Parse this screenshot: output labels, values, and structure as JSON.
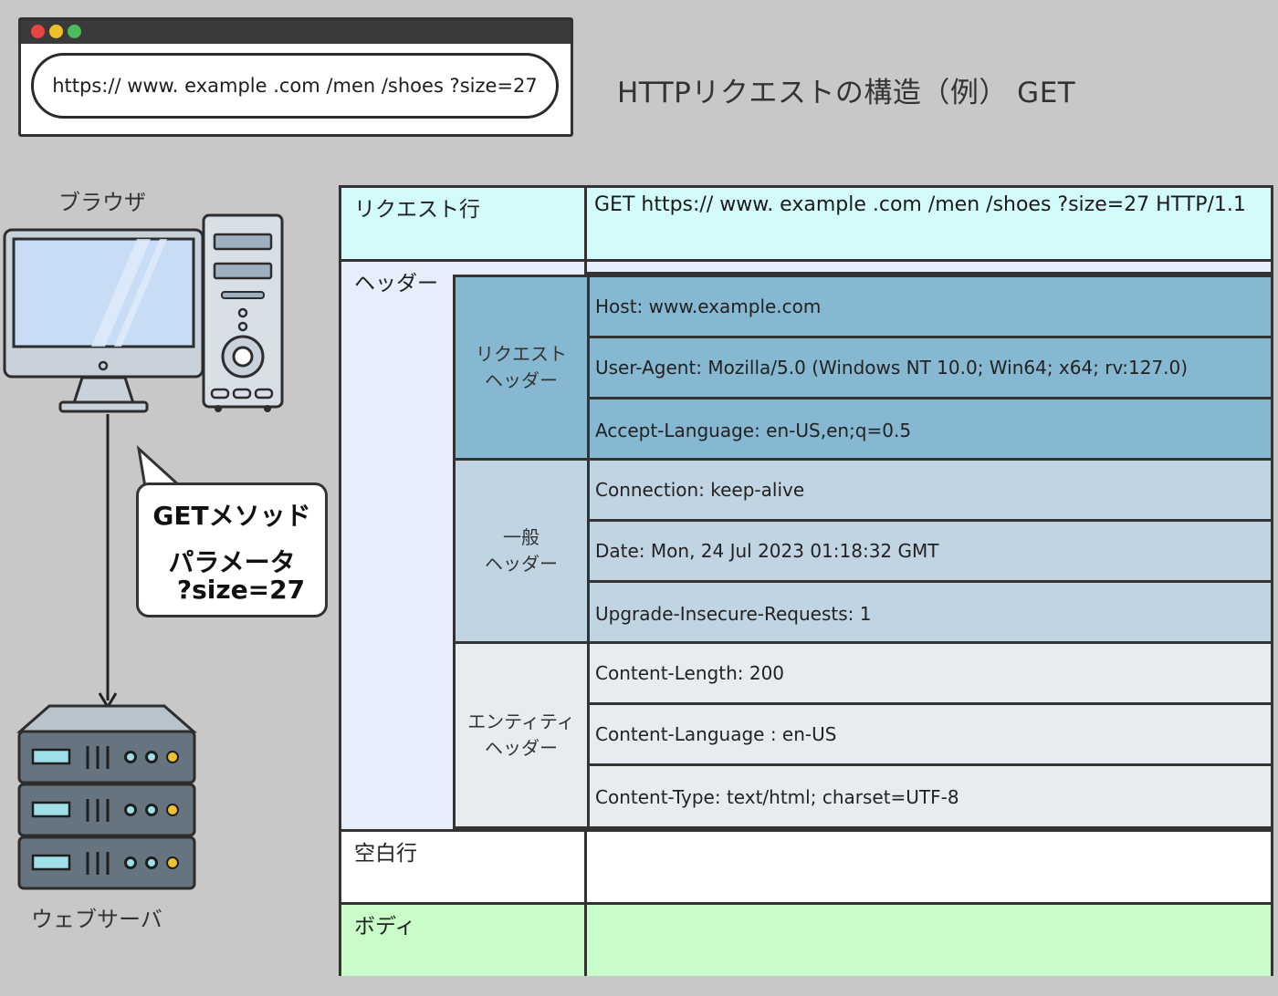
{
  "browser_window": {
    "url": "https:// www. example .com /men /shoes ?size=27"
  },
  "title": "HTTPリクエストの構造（例）  GET",
  "illustration": {
    "browser_label": "ブラウザ",
    "server_label": "ウェブサーバ",
    "bubble": {
      "line1": "GETメソッド",
      "line2": "パラメータ",
      "line3": "?size=27"
    }
  },
  "http_request": {
    "request_line": {
      "label": "リクエスト行",
      "value": "GET https:// www. example .com /men /shoes ?size=27 HTTP/1.1"
    },
    "header": {
      "label": "ヘッダー",
      "groups": [
        {
          "label_line1": "リクエスト",
          "label_line2": "ヘッダー",
          "rows": [
            "Host: www.example.com",
            "User-Agent: Mozilla/5.0 (Windows NT 10.0; Win64; x64; rv:127.0)",
            "Accept-Language: en-US,en;q=0.5"
          ]
        },
        {
          "label_line1": "一般",
          "label_line2": "ヘッダー",
          "rows": [
            "Connection: keep-alive",
            "Date: Mon, 24 Jul 2023 01:18:32 GMT",
            "Upgrade-Insecure-Requests: 1"
          ]
        },
        {
          "label_line1": "エンティティ",
          "label_line2": "ヘッダー",
          "rows": [
            "Content-Length: 200",
            "Content-Language : en-US",
            "Content-Type: text/html; charset=UTF-8"
          ]
        }
      ]
    },
    "blank_line": {
      "label": "空白行",
      "value": ""
    },
    "body": {
      "label": "ボディ",
      "value": ""
    }
  },
  "colors": {
    "background": "#c8c8c8",
    "request_line_bg": "#d3fbfc",
    "header_bg": "#e6eefc",
    "request_header_bg": "#86b8d2",
    "general_header_bg": "#c0d4e2",
    "entity_header_bg": "#e8ecf0",
    "blank_line_bg": "#ffffff",
    "body_bg": "#c8fcc8"
  }
}
